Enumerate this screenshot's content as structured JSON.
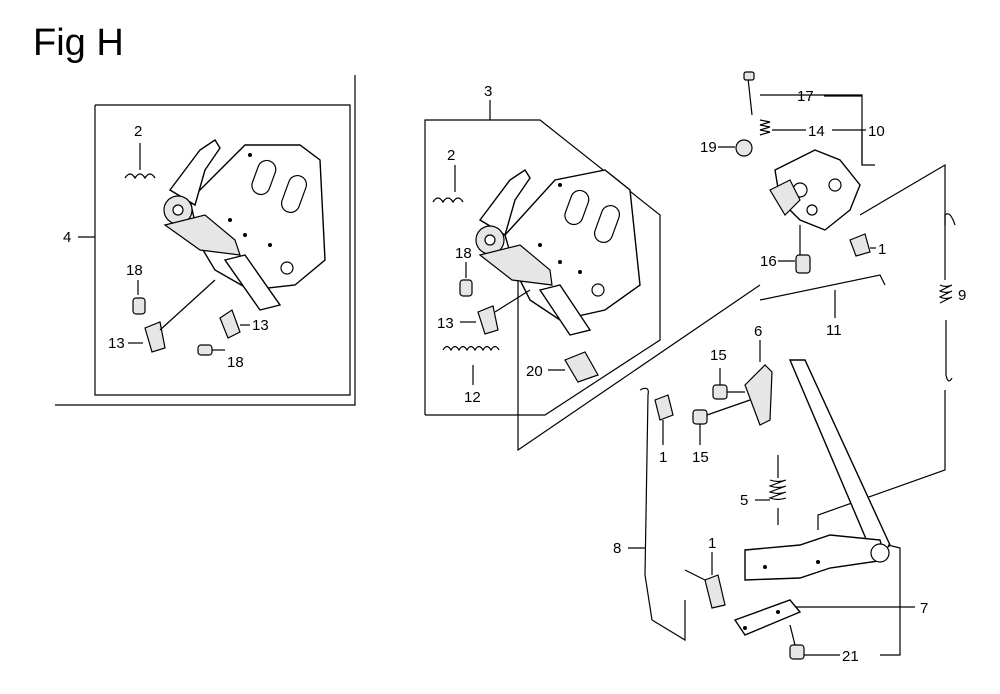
{
  "figure": {
    "title": "Fig H"
  },
  "callouts": {
    "c4": "4",
    "c2a": "2",
    "c18a": "18",
    "c13a": "13",
    "c13b": "13",
    "c18b": "18",
    "c3": "3",
    "c2b": "2",
    "c18c": "18",
    "c13c": "13",
    "c12": "12",
    "c20": "20",
    "c17": "17",
    "c14": "14",
    "c10": "10",
    "c19": "19",
    "c16": "16",
    "c1a": "1",
    "c11": "11",
    "c9": "9",
    "c6": "6",
    "c15a": "15",
    "c15b": "15",
    "c1b": "1",
    "c5": "5",
    "c8": "8",
    "c1c": "1",
    "c7": "7",
    "c21": "21"
  }
}
